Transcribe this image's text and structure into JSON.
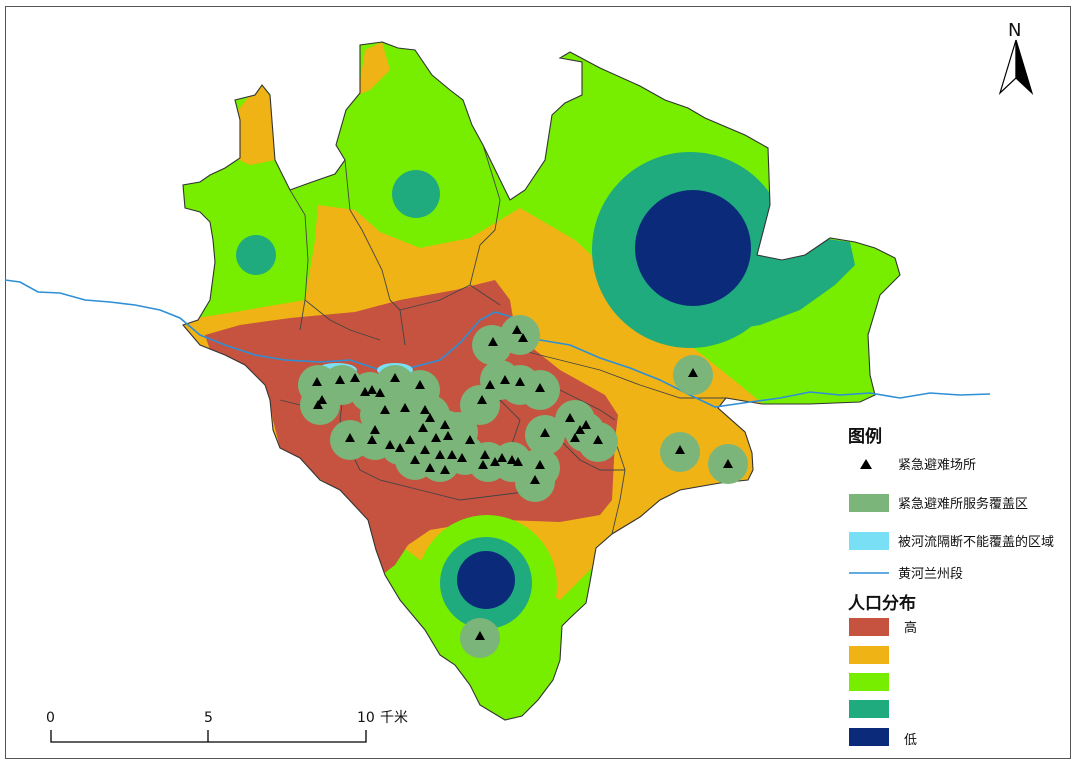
{
  "north_arrow": {
    "label": "N"
  },
  "legend": {
    "title": "图例",
    "items": [
      {
        "label": "紧急避难场所",
        "symbol": "triangle"
      },
      {
        "label": "紧急避难所服务覆盖区",
        "color": "#7bb57a"
      },
      {
        "label": "被河流隔断不能覆盖的区域",
        "color": "#79dff5"
      },
      {
        "label": "黄河兰州段",
        "color": "#2e8fd6"
      }
    ]
  },
  "population": {
    "title": "人口分布",
    "classes": [
      {
        "label": "高",
        "color": "#c55340"
      },
      {
        "label": "",
        "color": "#efb315"
      },
      {
        "label": "",
        "color": "#77ee00"
      },
      {
        "label": "",
        "color": "#1fab7d"
      },
      {
        "label": "低",
        "color": "#0b2b7a"
      }
    ]
  },
  "scale_bar": {
    "ticks": [
      "0",
      "5",
      "10"
    ],
    "unit": "千米"
  }
}
